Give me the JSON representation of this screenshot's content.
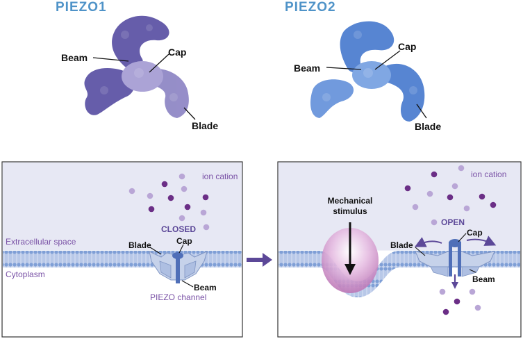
{
  "top": {
    "piezo1": {
      "title": "PIEZO1",
      "beam": "Beam",
      "cap": "Cap",
      "blade": "Blade"
    },
    "piezo2": {
      "title": "PIEZO2",
      "beam": "Beam",
      "cap": "Cap",
      "blade": "Blade"
    }
  },
  "left_panel": {
    "ion_label": "ion cation",
    "state": "CLOSED",
    "extracellular": "Extracellular space",
    "cytoplasm": "Cytoplasm",
    "blade": "Blade",
    "cap": "Cap",
    "beam": "Beam",
    "channel": "PIEZO channel"
  },
  "right_panel": {
    "ion_label": "ion cation",
    "stimulus": "Mechanical stimulus",
    "state": "OPEN",
    "blade": "Blade",
    "cap": "Cap",
    "beam": "Beam"
  },
  "colors": {
    "title": "#4f93c8",
    "piezo1": "#5e55a6",
    "piezo2": "#4f7fd0",
    "extracellular_bg": "#e7e8f4",
    "membrane": "#8fa9d8",
    "purple_text": "#7a52a6",
    "ion_dark": "#6b2e86",
    "ion_light": "#b9a6d6"
  }
}
